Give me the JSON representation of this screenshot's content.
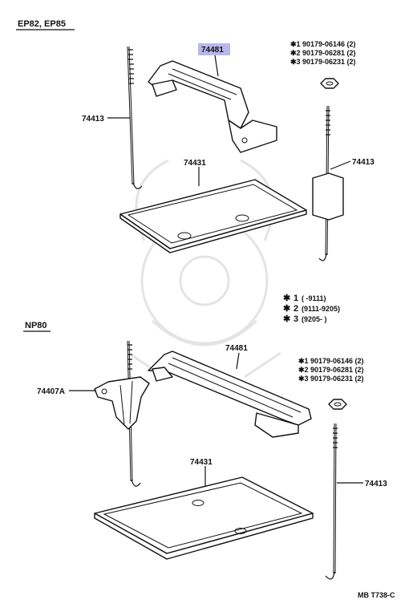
{
  "sections": {
    "top": "EP82, EP85",
    "bottom": "NP80"
  },
  "highlight_color": "#b9b6ee",
  "top_labels": {
    "hold_down_clamp": "74481",
    "rod_left": "74413",
    "rod_right": "74413",
    "tray": "74431"
  },
  "top_notes": [
    "90179-06146 (2)",
    "90179-06281 (2)",
    "90179-06231 (2)"
  ],
  "legend": [
    {
      "mark": "1",
      "range": "(      -9111)"
    },
    {
      "mark": "2",
      "range": "(9111-9205)"
    },
    {
      "mark": "3",
      "range": "(9205-        )"
    }
  ],
  "bottom_labels": {
    "hold_down_clamp": "74481",
    "bracket": "74407A",
    "tray": "74431",
    "rod": "74413"
  },
  "bottom_notes": [
    "90179-06146 (2)",
    "90179-06281 (2)",
    "90179-06231 (2)"
  ],
  "footer_code": "MB T738-C"
}
